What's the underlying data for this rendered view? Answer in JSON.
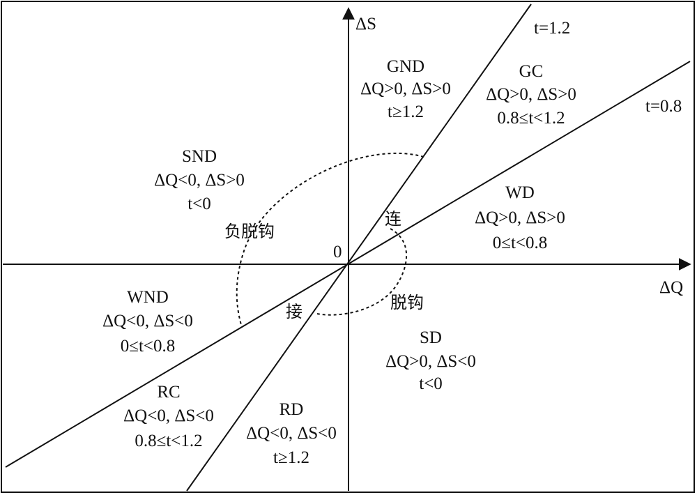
{
  "axes": {
    "x_label": "ΔQ",
    "y_label": "ΔS",
    "origin_label": "0"
  },
  "lines": {
    "t12": "t=1.2",
    "t08": "t=0.8"
  },
  "regions": {
    "gnd": {
      "name": "GND",
      "cond": "ΔQ>0, ΔS>0",
      "range": "t≥1.2"
    },
    "gc": {
      "name": "GC",
      "cond": "ΔQ>0, ΔS>0",
      "range": "0.8≤t<1.2"
    },
    "snd": {
      "name": "SND",
      "cond": "ΔQ<0, ΔS>0",
      "range": "t<0"
    },
    "wd": {
      "name": "WD",
      "cond": "ΔQ>0, ΔS>0",
      "range": "0≤t<0.8"
    },
    "wnd": {
      "name": "WND",
      "cond": "ΔQ<0, ΔS<0",
      "range": "0≤t<0.8"
    },
    "sd": {
      "name": "SD",
      "cond": "ΔQ>0, ΔS<0",
      "range": "t<0"
    },
    "rc": {
      "name": "RC",
      "cond": "ΔQ<0, ΔS<0",
      "range": "0.8≤t<1.2"
    },
    "rd": {
      "name": "RD",
      "cond": "ΔQ<0, ΔS<0",
      "range": "t≥1.2"
    }
  },
  "annotations": {
    "neg_decoupling": "负脱钩",
    "decoupling": "脱钩",
    "lian": "连",
    "jie": "接"
  }
}
